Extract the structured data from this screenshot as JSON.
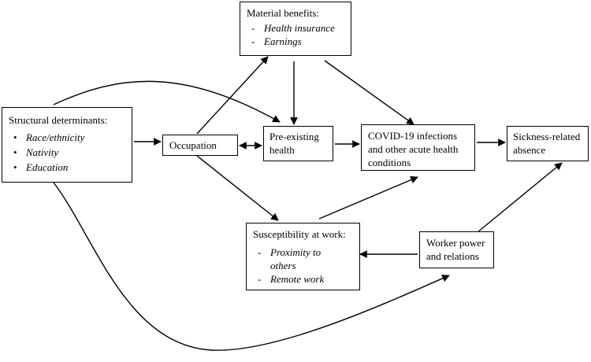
{
  "nodes": {
    "structural": {
      "title": "Structural determinants:",
      "items": [
        "Race/ethnicity",
        "Nativity",
        "Education"
      ]
    },
    "occupation": {
      "title": "Occupation"
    },
    "material": {
      "title": "Material benefits:",
      "items": [
        "Health insurance",
        "Earnings"
      ]
    },
    "preexisting": {
      "title": "Pre-existing health"
    },
    "covid": {
      "title": "COVID-19 infections and other acute health conditions"
    },
    "sickness": {
      "title": "Sickness-related absence"
    },
    "susceptibility": {
      "title": "Susceptibility at work:",
      "items": [
        "Proximity to others",
        "Remote work"
      ]
    },
    "worker": {
      "title": "Worker power and relations"
    }
  }
}
